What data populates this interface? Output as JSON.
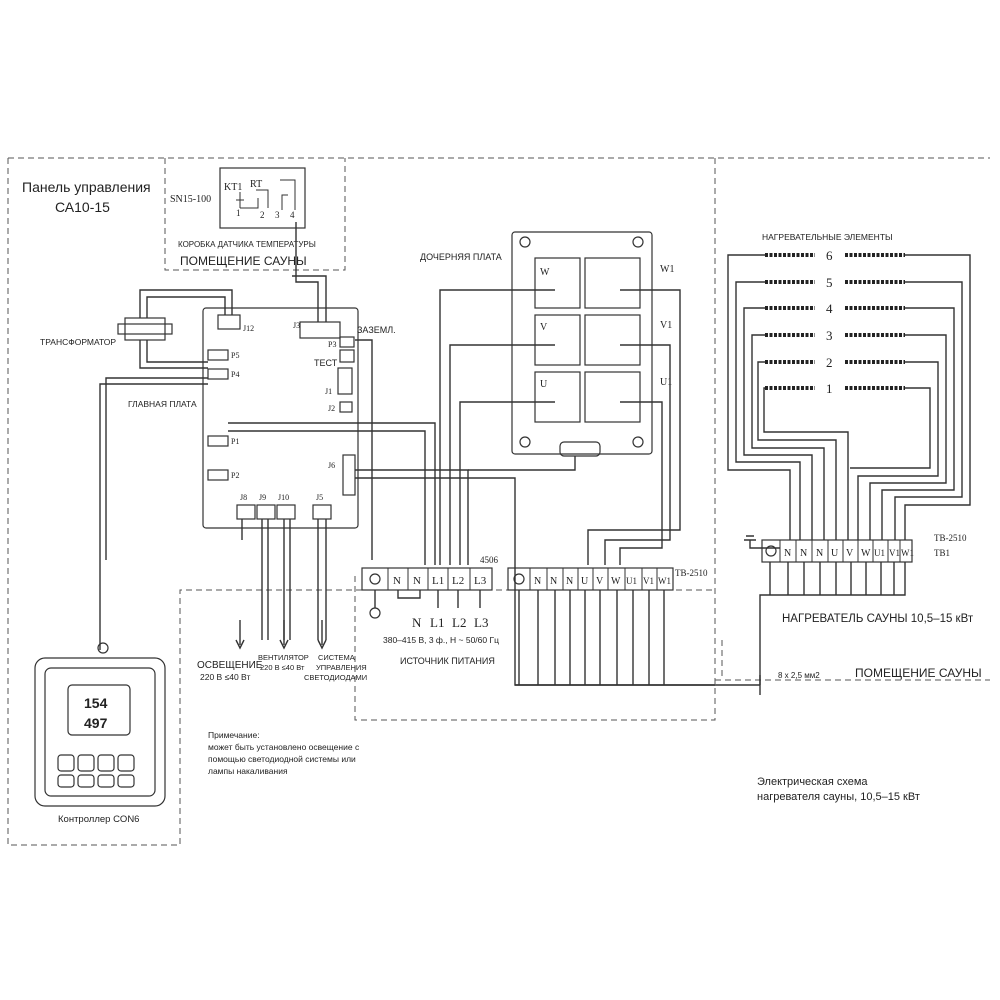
{
  "panel": {
    "title_line1": "Панель управления",
    "title_line2": "СА10-15"
  },
  "sensor": {
    "model": "SN15-100",
    "kt1": "KT1",
    "rt": "RT",
    "pin1": "1",
    "pin2": "2",
    "pin3": "3",
    "pin4": "4",
    "box_label": "КОРОБКА ДАТЧИКА ТЕМПЕРАТУРЫ",
    "room_label": "ПОМЕЩЕНИЕ САУНЫ"
  },
  "transformer": {
    "label": "ТРАНСФОРМАТОР"
  },
  "main_board": {
    "label": "ГЛАВНАЯ ПЛАТА",
    "j12": "J12",
    "j3": "J3",
    "p5": "P5",
    "p4": "P4",
    "p3": "P3",
    "j1": "J1",
    "j2": "J2",
    "p1": "P1",
    "p2": "P2",
    "j6": "J6",
    "j8": "J8",
    "j9": "J9",
    "j10": "J10",
    "j5": "J5",
    "ground": "ЗАЗЕМЛ.",
    "test": "ТЕСТ"
  },
  "daughter_board": {
    "label": "ДОЧЕРНЯЯ ПЛАТА",
    "w": "W",
    "v": "V",
    "u": "U",
    "w1": "W1",
    "v1": "V1",
    "u1": "U1"
  },
  "heating_elements": {
    "label": "НАГРЕВАТЕЛЬНЫЕ ЭЛЕМЕНТЫ",
    "numbers": [
      "6",
      "5",
      "4",
      "3",
      "2",
      "1"
    ]
  },
  "terminal_supply": {
    "code": "4506",
    "labels": [
      "N",
      "N",
      "L1",
      "L2",
      "L3"
    ],
    "bottom_labels": [
      "N",
      "L1",
      "L2",
      "L3"
    ],
    "spec": "380–415 В, 3 ф., Н ~ 50/60 Гц",
    "source": "ИСТОЧНИК ПИТАНИЯ"
  },
  "terminal_tb2510_mid": {
    "code": "TB-2510",
    "labels": [
      "N",
      "N",
      "N",
      "U",
      "V",
      "W",
      "U1",
      "V1",
      "W1"
    ]
  },
  "terminal_tb2510_right": {
    "code": "TB-2510",
    "code2": "TB1",
    "labels": [
      "N",
      "N",
      "N",
      "U",
      "V",
      "W",
      "U1",
      "V1",
      "W1"
    ]
  },
  "heater_label": "НАГРЕВАТЕЛЬ САУНЫ 10,5–15 кВт",
  "cable": "8 х 2,5 мм2",
  "sauna_room": "ПОМЕЩЕНИЕ САУНЫ",
  "outputs": {
    "light_line1": "ОСВЕЩЕНИЕ",
    "light_line2": "220 В ≤40 Вт",
    "fan_line1": "ВЕНТИЛЯТОР",
    "fan_line2": "220 В ≤40 Вт",
    "led_line1": "СИСТЕМА",
    "led_line2": "УПРАВЛЕНИЯ",
    "led_line3": "СВЕТОДИОДАМИ"
  },
  "note": {
    "line1": "Примечание:",
    "line2": "может быть установлено освещение с",
    "line3": "помощью светодиодной системы или",
    "line4": "лампы накаливания"
  },
  "controller": {
    "label": "Контроллер CON6",
    "display_top": "154",
    "display_bottom": "497"
  },
  "caption": {
    "line1": "Электрическая схема",
    "line2": "нагревателя сауны, 10,5–15 кВт"
  }
}
